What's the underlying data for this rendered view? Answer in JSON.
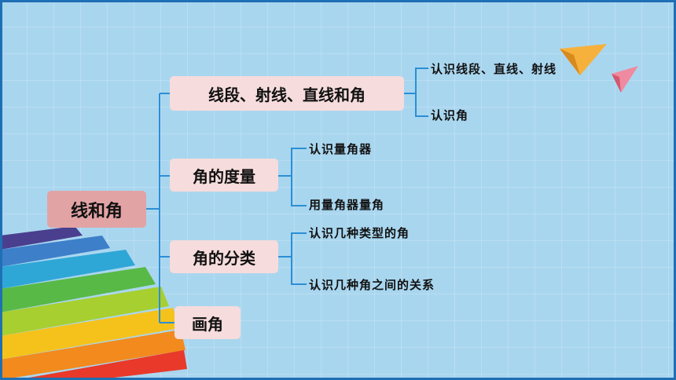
{
  "root": {
    "label": "线和角"
  },
  "branches": [
    {
      "label": "线段、射线、直线和角",
      "children": [
        "认识线段、直线、射线",
        "认识角"
      ]
    },
    {
      "label": "角的度量",
      "children": [
        "认识量角器",
        "用量角器量角"
      ]
    },
    {
      "label": "角的分类",
      "children": [
        "认识几种类型的角",
        "认识几种角之间的关系"
      ]
    },
    {
      "label": "画角",
      "children": []
    }
  ],
  "colors": {
    "background": "#a9d6ef",
    "line": "#2b8fd6",
    "root_box": "#e2a3a4",
    "branch_box": "#f6dcdc",
    "frame": "#1f6fb4"
  }
}
